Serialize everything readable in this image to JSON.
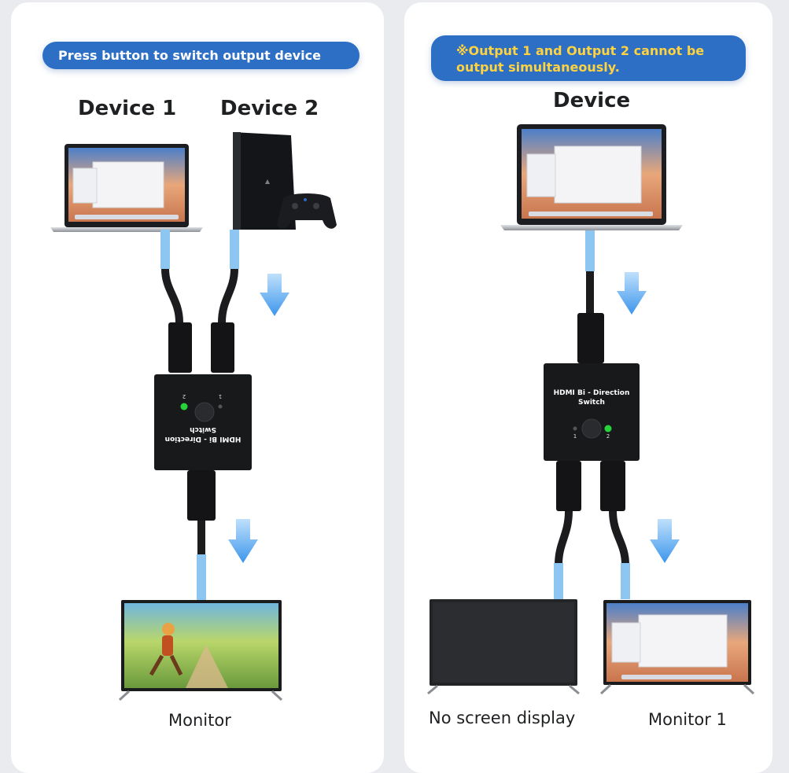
{
  "left_panel": {
    "banner": "Press button to switch output device",
    "device1_label": "Device 1",
    "device2_label": "Device 2",
    "switch_text_line1": "HDMI Bi - Direction",
    "switch_text_line2": "Switch",
    "port_1": "1",
    "port_2": "2",
    "monitor_label": "Monitor"
  },
  "right_panel": {
    "banner": "※Output 1 and Output 2 cannot be output simultaneously.",
    "device_label": "Device",
    "switch_text_line1": "HDMI Bi - Direction",
    "switch_text_line2": "Switch",
    "port_1": "1",
    "port_2": "2",
    "no_screen_label": "No screen display",
    "monitor1_label": "Monitor 1"
  },
  "colors": {
    "banner_blue": "#2d6fc4",
    "banner_text_left": "#ffffff",
    "banner_text_right": "#ffd23f",
    "arrow_blue": "#4aa3f0",
    "cable_blue": "#8ec6f2",
    "led_green": "#27d33b"
  }
}
